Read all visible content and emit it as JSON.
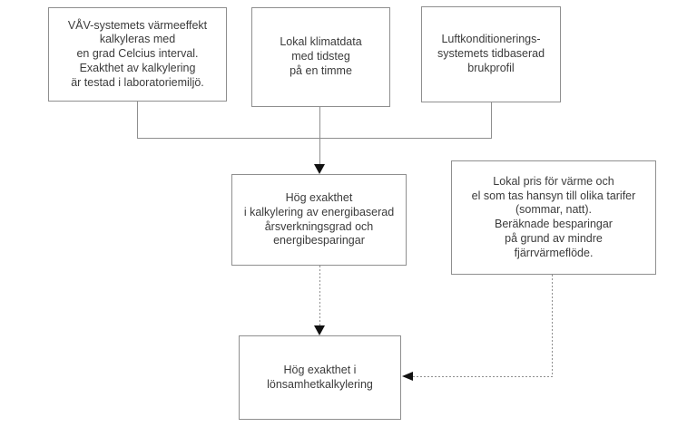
{
  "colors": {
    "background": "#ffffff",
    "box_border": "#8f8f8f",
    "box_fill": "#ffffff",
    "text": "#3b3b3b",
    "connector_line": "#8f8f8f",
    "arrowhead": "#111111"
  },
  "diagram": {
    "boxes": [
      {
        "id": "vav-heat-output",
        "text": "VÅV-systemets värmeeffekt\nkalkyleras med\nen grad Celcius interval.\nExakthet av kalkylering\när testad i laboratoriemiljö."
      },
      {
        "id": "local-climate-data",
        "text": "Lokal klimatdata\nmed tidsteg\npå en timme"
      },
      {
        "id": "ac-usage-profile",
        "text": "Luftkonditionerings-\nsystemets tidbaserad\nbrukprofil"
      },
      {
        "id": "high-accuracy-energy",
        "text": "Hög exakthet\ni kalkylering av energibaserad\nårsverkningsgrad och\nenergibesparingar"
      },
      {
        "id": "local-price-tariffs",
        "text": "Lokal pris för värme och\nel som tas hansyn till olika tarifer\n(sommar, natt).\nBeräknade besparingar\npå grund av mindre\nfjärrvärmeflöde."
      },
      {
        "id": "high-accuracy-profitability",
        "text": "Hög exakthet i\nlönsamhetkalkylering"
      }
    ],
    "connections": [
      {
        "from": "vav-heat-output",
        "to": "high-accuracy-energy",
        "style": "solid",
        "arrowhead": true
      },
      {
        "from": "local-climate-data",
        "to": "high-accuracy-energy",
        "style": "solid",
        "arrowhead": true
      },
      {
        "from": "ac-usage-profile",
        "to": "high-accuracy-energy",
        "style": "solid",
        "arrowhead": true
      },
      {
        "from": "high-accuracy-energy",
        "to": "high-accuracy-profitability",
        "style": "dashed",
        "arrowhead": true
      },
      {
        "from": "local-price-tariffs",
        "to": "high-accuracy-profitability",
        "style": "dashed",
        "arrowhead": true
      }
    ]
  }
}
